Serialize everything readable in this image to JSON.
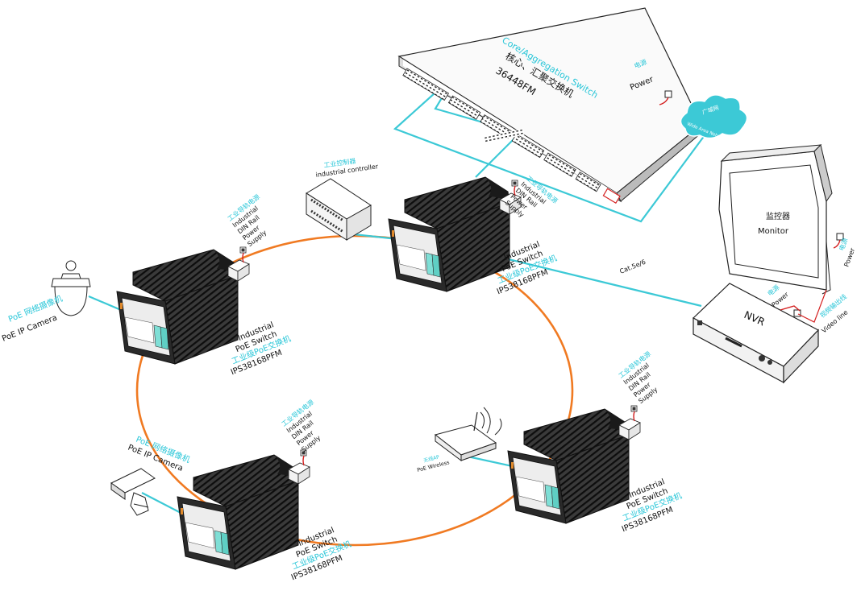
{
  "core_switch": {
    "title_en": "Core/Aggregation Switch",
    "title_cn": "核心、汇聚交换机",
    "model": "36448FM",
    "power_cn": "电源",
    "power_en": "Power"
  },
  "wan": {
    "label_cn": "广域网",
    "label_en": "Wide Area Network"
  },
  "monitor": {
    "label_cn": "监控器",
    "label_en": "Monitor",
    "power_cn": "电源",
    "power_en": "Power"
  },
  "nvr": {
    "label": "NVR",
    "power_cn": "电源",
    "power_en": "Power",
    "video_cn": "视频输出线",
    "video_en": "Video line"
  },
  "cable": {
    "label": "Cat.5e/6"
  },
  "controller": {
    "label_cn": "工业控制器",
    "label_en": "industrial controller"
  },
  "psu": {
    "label_cn": "工业导轨电源",
    "line1": "Industrial",
    "line2": "DIN Rail",
    "line3": "Power",
    "line4": "Supply"
  },
  "poe_switch": {
    "line1": "Industrial",
    "line2": "PoE Switch",
    "line_cn": "工业级PoE交换机",
    "model": "IPS38168PFM"
  },
  "camera_dome": {
    "label_cn": "PoE 网络摄像机",
    "label_en": "PoE IP Camera"
  },
  "camera_ptz": {
    "label_cn": "PoE 网络摄像机",
    "label_en": "PoE IP Camera"
  },
  "wireless": {
    "label_cn": "无线AP",
    "label_en": "PoE Wireless"
  },
  "colors": {
    "ring": "#f07a22",
    "link": "#3cc9d6",
    "power_line": "#d42020",
    "text_cyan": "#28c6d8"
  }
}
